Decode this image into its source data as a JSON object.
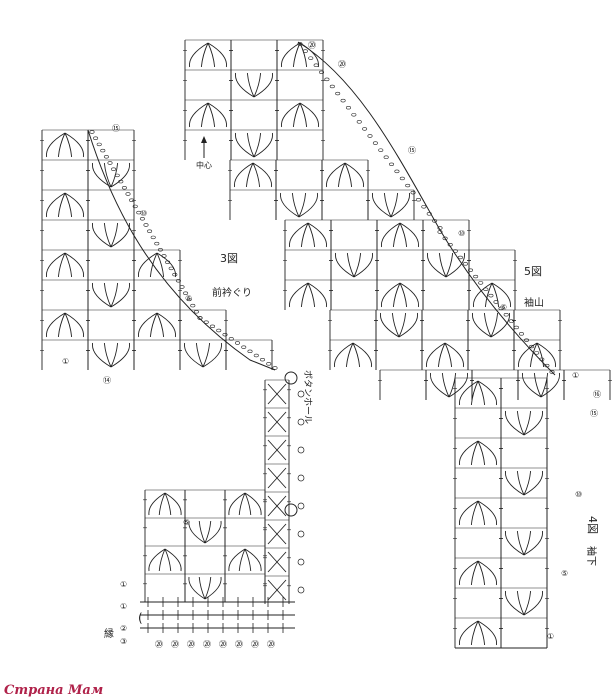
{
  "diagrams": {
    "fig3": {
      "number": "3図",
      "caption": "前衿ぐり"
    },
    "fig5": {
      "number": "5図",
      "caption": "袖山"
    },
    "fig4": {
      "number": "4図",
      "caption": "袖下"
    }
  },
  "center_mark": "中心",
  "buttonhole_label": "ボタンホール",
  "edge_label": "縁",
  "row_markers": {
    "fig5_top": [
      "⑳",
      "⑳",
      "⑮",
      "⑩",
      "⑤"
    ],
    "fig3_right": [
      "⑮",
      "⑩",
      "⑤"
    ],
    "fig3_left": [
      "①",
      "⑭",
      "⑤",
      "①",
      "①",
      "②",
      "③"
    ],
    "fig4_right": [
      "①",
      "⑯",
      "⑮",
      "⑩",
      "⑤",
      "①"
    ]
  },
  "bottom_counts": [
    "⑳",
    "⑳",
    "⑳",
    "⑳",
    "⑳",
    "⑳",
    "⑳",
    "⑳"
  ],
  "watermark": "Страна Мам",
  "colors": {
    "ink": "#222222",
    "watermark": "#b0224a",
    "background": "#ffffff"
  }
}
